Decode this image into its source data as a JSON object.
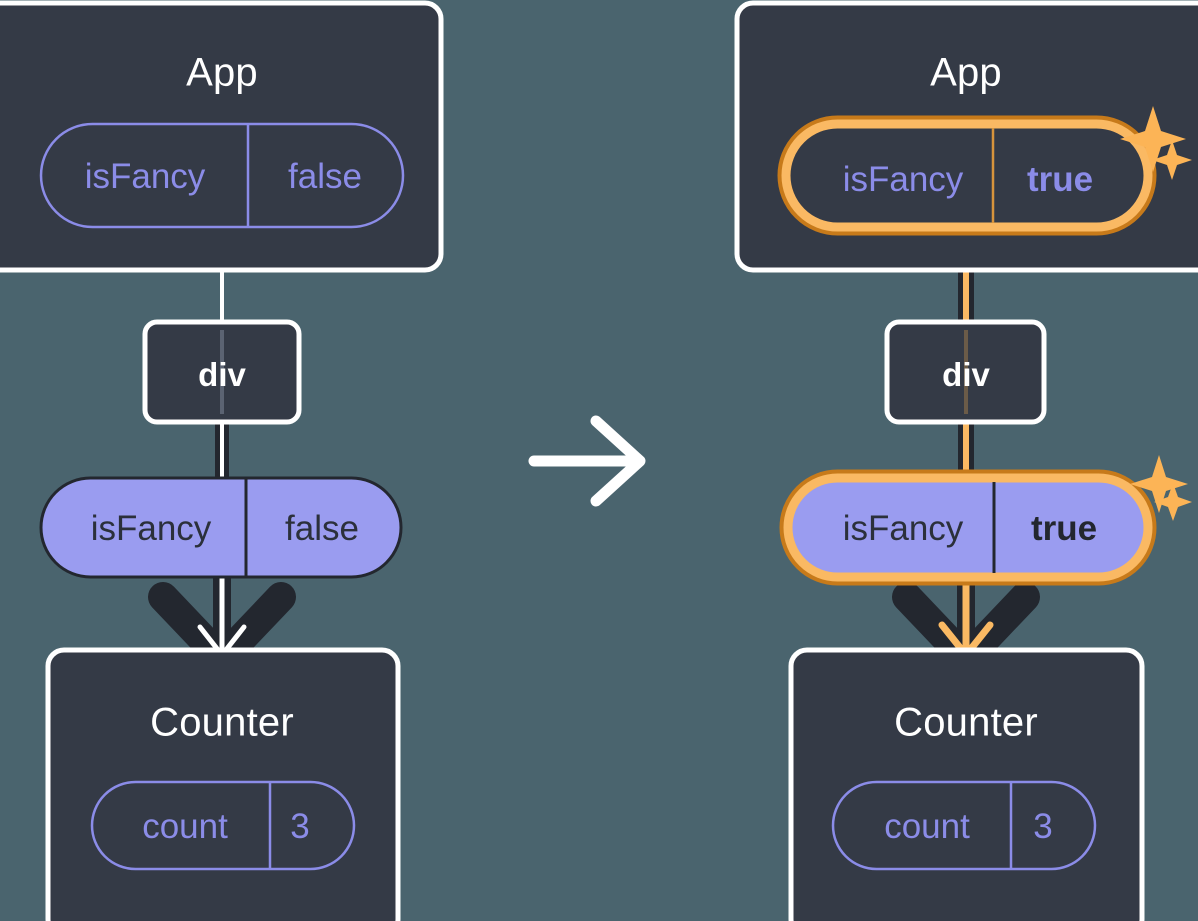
{
  "diagram": {
    "type": "react-state-propagation",
    "background_color": "#4a646e",
    "transition_icon": "arrow-right-icon",
    "panels": [
      {
        "id": "before",
        "app": {
          "title": "App",
          "state": {
            "name": "isFancy",
            "value": "false",
            "highlighted": false
          }
        },
        "div": {
          "title": "div"
        },
        "prop": {
          "name": "isFancy",
          "value": "false",
          "highlighted": false
        },
        "counter": {
          "title": "Counter",
          "state": {
            "name": "count",
            "value": "3"
          }
        },
        "sparkles": false
      },
      {
        "id": "after",
        "app": {
          "title": "App",
          "state": {
            "name": "isFancy",
            "value": "true",
            "highlighted": true
          }
        },
        "div": {
          "title": "div"
        },
        "prop": {
          "name": "isFancy",
          "value": "true",
          "highlighted": true
        },
        "counter": {
          "title": "Counter",
          "state": {
            "name": "count",
            "value": "3"
          }
        },
        "sparkles": true
      }
    ],
    "colors": {
      "background": "#4a646e",
      "panel_fill": "#343a46",
      "panel_stroke": "#ffffff",
      "state_stroke": "#8b8ce8",
      "state_text": "#8b8ce8",
      "prop_fill": "#9a9cf0",
      "prop_stroke": "#23272f",
      "prop_text": "#23272f",
      "highlight_outer": "#c77a1a",
      "highlight_inner": "#fab963",
      "edge_dark": "#23272f",
      "edge_light": "#ffffff",
      "edge_accent": "#fab963",
      "sparkle": "#fcb456"
    }
  }
}
